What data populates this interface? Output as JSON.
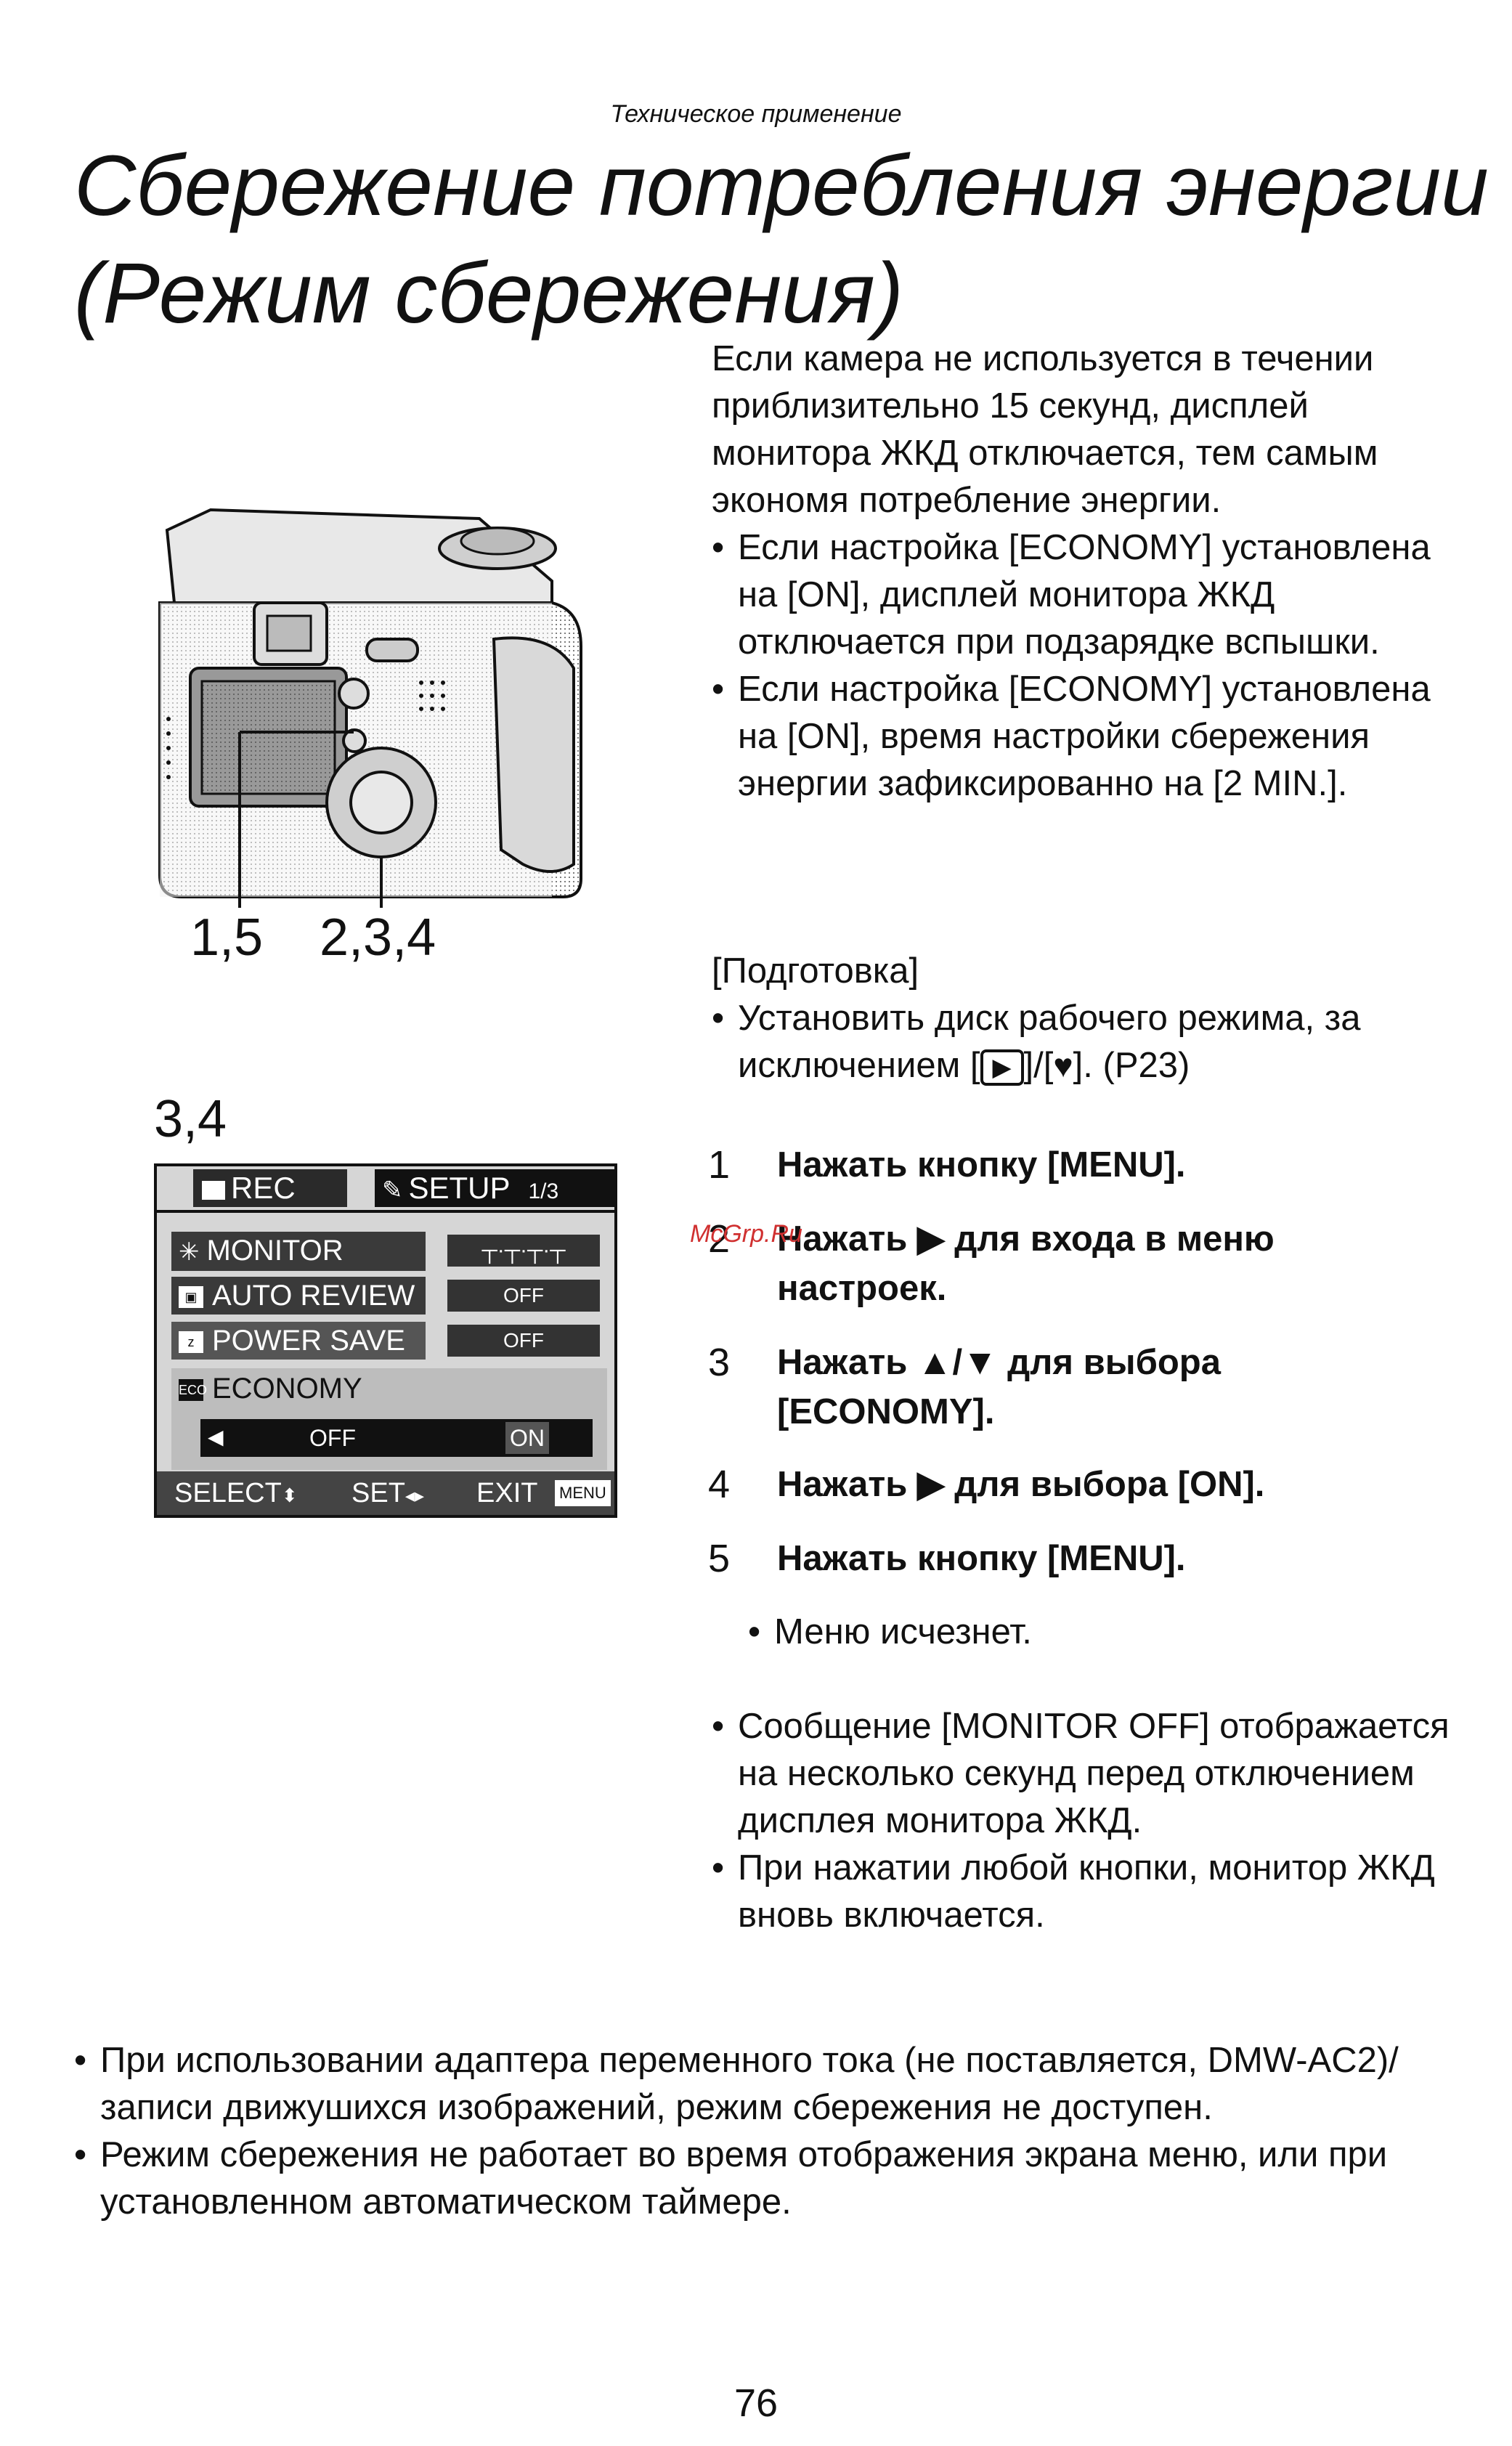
{
  "header": "Техническое применение",
  "title_line1": "Сбережение потребления энергии",
  "title_line2": "(Режим сбережения)",
  "intro": "Если камера не используется в течении приблизительно 15 секунд, дисплей монитора ЖКД отключается, тем самым экономя потребление энергии.",
  "intro_bullets": [
    "Если настройка [ECONOMY] установлена на [ON], дисплей монитора ЖКД отключается при подзарядке вспышки.",
    "Если настройка [ECONOMY] установлена на [ON], время настройки сбережения энергии зафиксированно на [2 MIN.]."
  ],
  "prep_label": "[Подготовка]",
  "prep_bullet_part1": "Установить диск рабочего режима, за исключением [",
  "prep_bullet_part2": "]/[",
  "prep_bullet_part3": "]. (P23)",
  "steps": [
    {
      "num": "1",
      "text": "Нажать кнопку [MENU]."
    },
    {
      "num": "2",
      "text": "Нажать ▶ для входа в меню настроек."
    },
    {
      "num": "3",
      "text": "Нажать ▲/▼ для выбора [ECONOMY]."
    },
    {
      "num": "4",
      "text": "Нажать ▶ для выбора [ON]."
    },
    {
      "num": "5",
      "text": "Нажать кнопку [MENU]."
    }
  ],
  "step5_note": "Меню исчезнет.",
  "after_bullets": [
    "Сообщение [MONITOR OFF] отображается на несколько секунд перед отключением дисплея монитора ЖКД.",
    "При нажатии любой кнопки, монитор ЖКД вновь включается."
  ],
  "bottom_bullets": [
    "При использовании адаптера переменного тока (не поставляется, DMW-AC2)/записи движушихся изображений, режим сбережения не доступен.",
    "Режим сбережения не работает во время отображения экрана меню, или при установленном автоматическом таймере."
  ],
  "bullet_char": "•",
  "callouts": {
    "left": "1,5",
    "right": "2,3,4",
    "lcd": "3,4"
  },
  "lcd": {
    "tab_rec": "REC",
    "tab_setup": "SETUP",
    "tab_page": "1/3",
    "items": [
      "MONITOR",
      "AUTO REVIEW",
      "POWER SAVE",
      "ECONOMY"
    ],
    "values": [
      "OFF",
      "OFF"
    ],
    "economy_off": "OFF",
    "economy_on": "ON",
    "eco_icon": "ECO",
    "footer_select": "SELECT",
    "footer_set": "SET",
    "footer_exit": "EXIT",
    "footer_menu": "MENU"
  },
  "watermark": "McGrp.Ru",
  "page_number": "76"
}
